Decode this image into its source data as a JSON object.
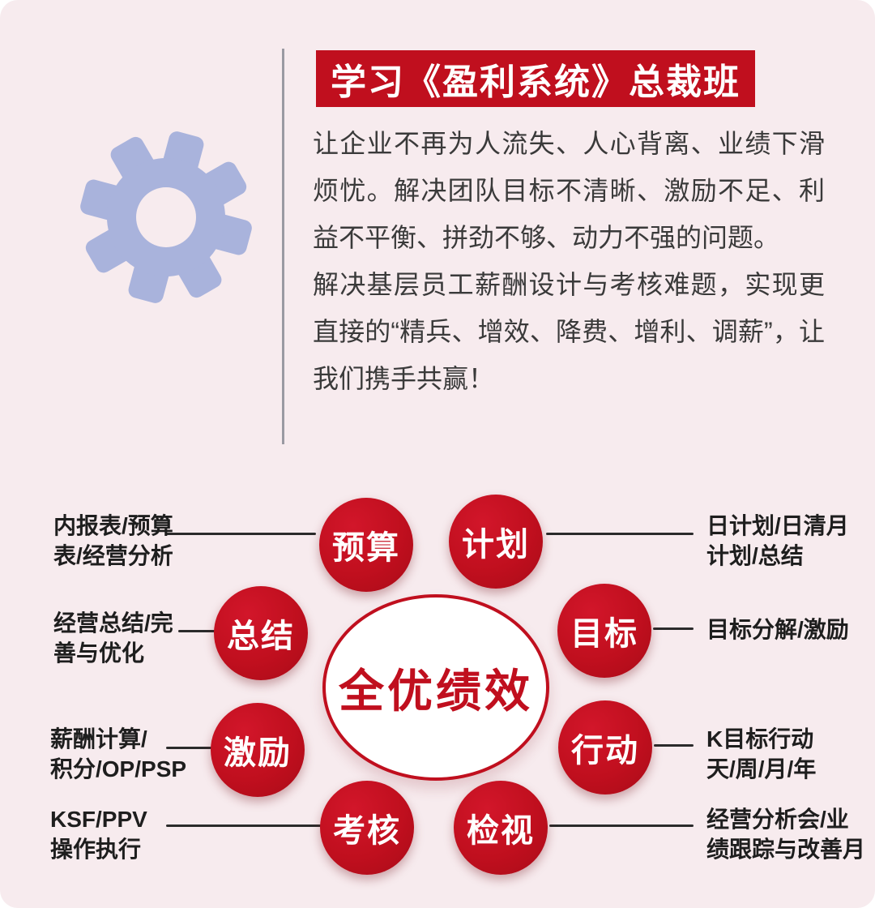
{
  "colors": {
    "background": "#f7ebee",
    "accent_red": "#c00f1e",
    "gear_blue": "#a9b3dc",
    "line_dark": "#2b2b2b"
  },
  "header": {
    "title": "学习《盈利系统》总裁班",
    "paragraph1": "让企业不再为人流失、人心背离、业绩下滑烦忧。解决团队目标不清晰、激励不足、利益不平衡、拼劲不够、动力不强的问题。",
    "paragraph2": "解决基层员工薪酬设计与考核难题，实现更直接的“精兵、增效、降费、增利、调薪”，让我们携手共赢！"
  },
  "diagram": {
    "center_label": "全优绩效",
    "nodes": [
      {
        "label": "预算",
        "annotation": "内报表/预算\n表/经营分析",
        "side": "left"
      },
      {
        "label": "计划",
        "annotation": "日计划/日清月\n计划/总结",
        "side": "right"
      },
      {
        "label": "总结",
        "annotation": "经营总结/完\n善与优化",
        "side": "left"
      },
      {
        "label": "目标",
        "annotation": "目标分解/激励",
        "side": "right"
      },
      {
        "label": "激励",
        "annotation": "薪酬计算/\n积分/OP/PSP",
        "side": "left"
      },
      {
        "label": "行动",
        "annotation": "K目标行动\n天/周/月/年",
        "side": "right"
      },
      {
        "label": "考核",
        "annotation": "KSF/PPV\n操作执行",
        "side": "left"
      },
      {
        "label": "检视",
        "annotation": "经营分析会/业\n绩跟踪与改善月",
        "side": "right"
      }
    ]
  }
}
